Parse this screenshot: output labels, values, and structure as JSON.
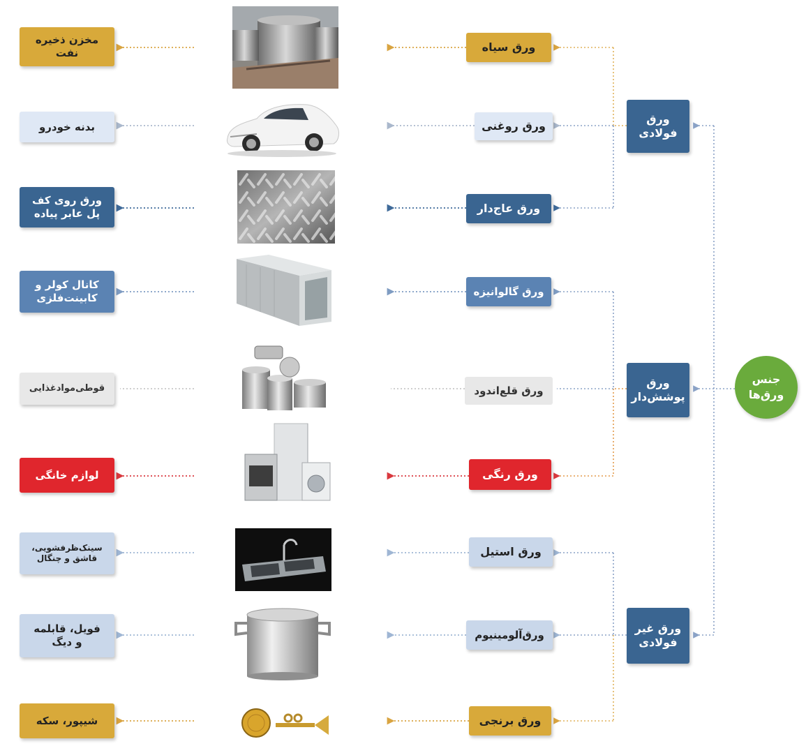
{
  "root": {
    "label_line1": "جنس",
    "label_line2": "ورق‌ها"
  },
  "categories": [
    {
      "line1": "ورق",
      "line2": "فولادی"
    },
    {
      "line1": "ورق",
      "line2": "پوشش‌دار"
    },
    {
      "line1": "ورق غیر",
      "line2": "فولادی"
    }
  ],
  "sheets": [
    {
      "label": "ورق سیاه",
      "use_line1": "مخزن ذخیره",
      "use_line2": "نفت",
      "image": "oil-storage-tank",
      "style": "gold",
      "arrow_color": "#d9a441"
    },
    {
      "label": "ورق روغنی",
      "use_line1": "بدنه خودرو",
      "use_line2": "",
      "image": "white-car",
      "style": "pale",
      "arrow_color": "#aab8cc"
    },
    {
      "label": "ورق عاج‌دار",
      "use_line1": "ورق روی کف",
      "use_line2": "پل عابر پیاده",
      "image": "checker-plate",
      "style": "navy",
      "arrow_color": "#3f6a99"
    },
    {
      "label": "ورق گالوانیزه",
      "use_line1": "کانال کولر و",
      "use_line2": "کابینت‌فلزی",
      "image": "galvanized-duct",
      "style": "steel",
      "arrow_color": "#7f9cc2"
    },
    {
      "label": "ورق قلع‌اندود",
      "use_line1": "قوطی‌مواد‌غذایی",
      "use_line2": "",
      "image": "tin-cans",
      "style": "lgray",
      "arrow_color": "#c8c8c8"
    },
    {
      "label": "ورق رنگی",
      "use_line1": "لوازم خانگی",
      "use_line2": "",
      "image": "home-appliances",
      "style": "red",
      "arrow_color": "#d9383e"
    },
    {
      "label": "ورق استیل",
      "use_line1": "سینک‌ظرفشویی،",
      "use_line2": "قاشق و چنگال",
      "image": "steel-sink",
      "style": "blgray",
      "arrow_color": "#9fb6d4"
    },
    {
      "label": "ورق‌آلومینیوم",
      "use_line1": "فویل، قابلمه",
      "use_line2": "و دیگ",
      "image": "aluminium-pot",
      "style": "blgray",
      "arrow_color": "#9fb6d4"
    },
    {
      "label": "ورق برنجی",
      "use_line1": "شیپور، سکه",
      "use_line2": "",
      "image": "coin-and-trumpet",
      "style": "gold",
      "arrow_color": "#d9a441"
    }
  ],
  "colors": {
    "gold": "#d8a93a",
    "navy": "#3a6591",
    "steel": "#5b83b3",
    "red": "#e0262d",
    "green": "#6aab3c",
    "connector_blue": "#8aa2c6",
    "connector_orange": "#e39a4a",
    "connector_gold": "#e0b25a"
  }
}
